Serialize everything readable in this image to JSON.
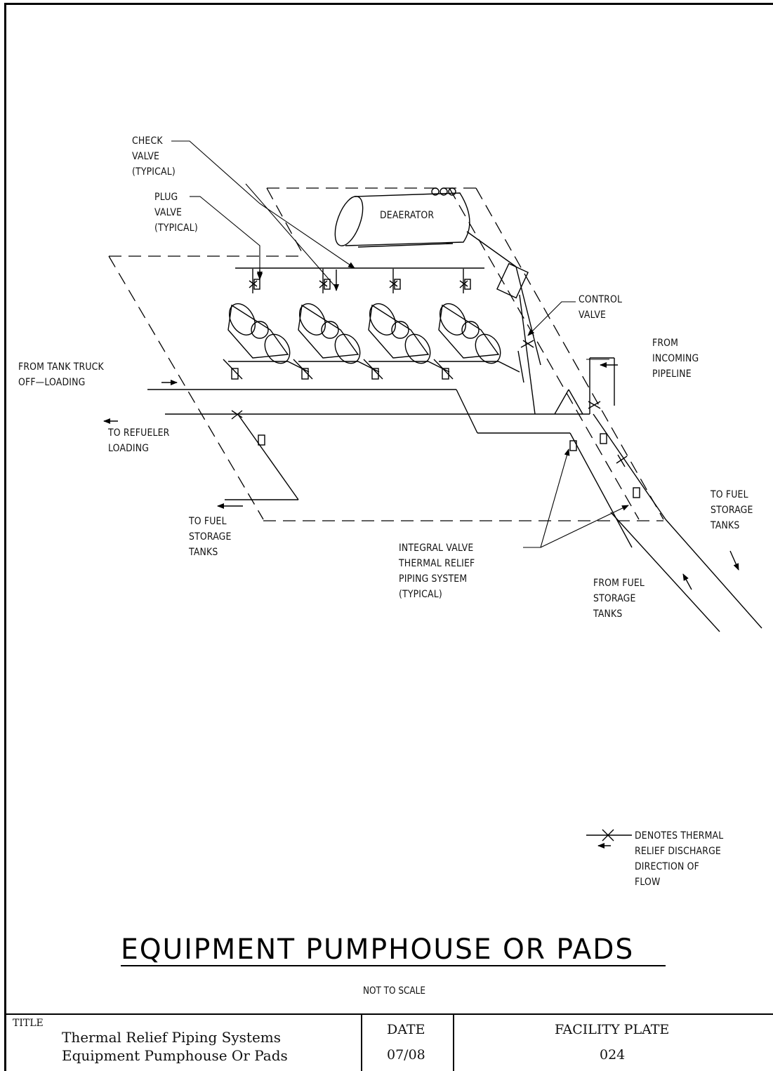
{
  "labels": {
    "check_valve": "CHECK\nVALVE\n(TYPICAL)",
    "plug_valve": "PLUG\nVALVE\n(TYPICAL)",
    "deaerator": "DEAERATOR",
    "control_valve": "CONTROL\nVALVE",
    "from_incoming_pipeline": "FROM\nINCOMING\nPIPELINE",
    "from_tank_truck": "FROM TANK TRUCK\nOFF—LOADING",
    "to_refueler": "TO REFUELER\nLOADING",
    "to_fuel_storage_left": "TO FUEL\nSTORAGE\nTANKS",
    "integral_valve": "INTEGRAL VALVE\nTHERMAL RELIEF\nPIPING SYSTEM\n(TYPICAL)",
    "from_fuel_storage": "FROM FUEL\nSTORAGE\nTANKS",
    "to_fuel_storage_right": "TO FUEL\nSTORAGE\nTANKS",
    "legend": "DENOTES THERMAL\nRELIEF DISCHARGE\nDIRECTION OF\nFLOW"
  },
  "drawing_title": "EQUIPMENT PUMPHOUSE OR PADS",
  "scale_note": "NOT TO SCALE",
  "title_block": {
    "title_caption": "TITLE",
    "title_line1": "Thermal Relief Piping Systems",
    "title_line2": "Equipment Pumphouse Or Pads",
    "date_caption": "DATE",
    "date_value": "07/08",
    "plate_caption": "FACILITY PLATE",
    "plate_value": "024"
  }
}
